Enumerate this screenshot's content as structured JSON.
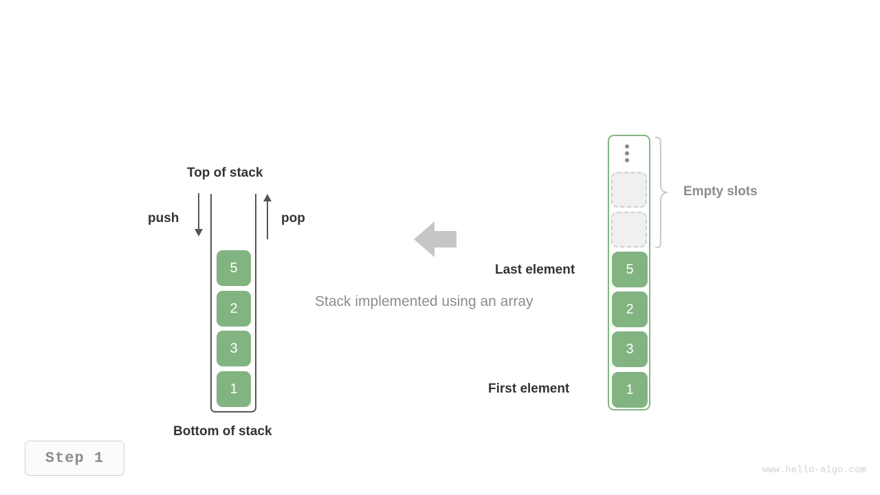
{
  "diagram": {
    "caption": "Stack implemented using an array",
    "step_badge": "Step  1",
    "watermark": "www.hello-algo.com",
    "colors": {
      "element_green": "#82b481",
      "container_border_gray": "#555555",
      "container_border_green": "#82b481",
      "empty_slot_fill": "#f0f0f0",
      "empty_slot_border": "#cfcfcf",
      "label_dark": "#333333",
      "label_gray": "#8c8c8c",
      "block_arrow": "#c6c6c6",
      "watermark_gray": "#d2d2d2"
    }
  },
  "left_stack": {
    "top_label": "Top of stack",
    "bottom_label": "Bottom of stack",
    "push_label": "push",
    "pop_label": "pop",
    "elements": [
      {
        "value": "5"
      },
      {
        "value": "2"
      },
      {
        "value": "3"
      },
      {
        "value": "1"
      }
    ]
  },
  "right_array": {
    "empty_slots_label": "Empty slots",
    "last_element_label": "Last element",
    "first_element_label": "First element",
    "ellipsis_icon": "vertical-ellipsis-icon",
    "empty_slots_count": 2,
    "elements": [
      {
        "value": "5"
      },
      {
        "value": "2"
      },
      {
        "value": "3"
      },
      {
        "value": "1"
      }
    ]
  }
}
